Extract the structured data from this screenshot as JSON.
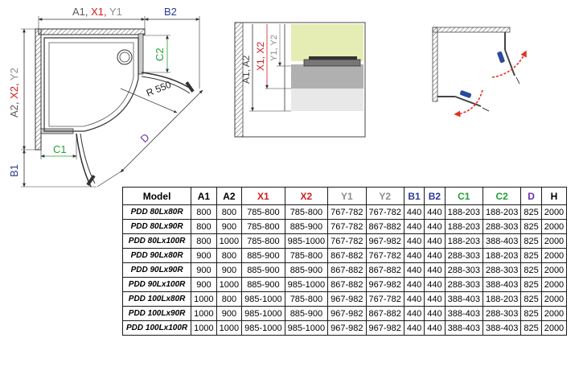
{
  "plan": {
    "top_label": {
      "a1": "A1, ",
      "x1": "X1, ",
      "y1": "Y1"
    },
    "b2": "B2",
    "left_label": {
      "a2": "A2, ",
      "x2": "X2, ",
      "y2": "Y2"
    },
    "b1": "B1",
    "c1": "C1",
    "c2": "C2",
    "radius": "R 550",
    "d": "D"
  },
  "section": {
    "a_label": "A1, A2",
    "x_label": "X1, X2",
    "y_label": "Y1, Y2"
  },
  "colors": {
    "a": "#5a5a5a",
    "x": "#d11c1c",
    "y": "#8c8c8c",
    "b": "#2a3a98",
    "c": "#22a034",
    "d": "#6a2fb0",
    "tray_fill": "#e6edb4",
    "floor_fill": "#b0b0b0"
  },
  "table": {
    "headers": [
      "Model",
      "A1",
      "A2",
      "X1",
      "X2",
      "Y1",
      "Y2",
      "B1",
      "B2",
      "C1",
      "C2",
      "D",
      "H"
    ],
    "rows": [
      [
        "PDD 80Lx80R",
        "800",
        "800",
        "785-800",
        "785-800",
        "767-782",
        "767-782",
        "440",
        "440",
        "188-203",
        "188-203",
        "825",
        "2000"
      ],
      [
        "PDD 80Lx90R",
        "800",
        "900",
        "785-800",
        "885-900",
        "767-782",
        "867-882",
        "440",
        "440",
        "188-203",
        "288-303",
        "825",
        "2000"
      ],
      [
        "PDD 80Lx100R",
        "800",
        "1000",
        "785-800",
        "985-1000",
        "767-782",
        "967-982",
        "440",
        "440",
        "188-203",
        "388-403",
        "825",
        "2000"
      ],
      [
        "PDD 90Lx80R",
        "900",
        "800",
        "885-900",
        "785-800",
        "867-882",
        "767-782",
        "440",
        "440",
        "288-303",
        "188-203",
        "825",
        "2000"
      ],
      [
        "PDD 90Lx90R",
        "900",
        "900",
        "885-900",
        "885-900",
        "867-882",
        "867-882",
        "440",
        "440",
        "288-303",
        "288-303",
        "825",
        "2000"
      ],
      [
        "PDD 90Lx100R",
        "900",
        "1000",
        "885-900",
        "985-1000",
        "867-882",
        "967-982",
        "440",
        "440",
        "288-303",
        "388-403",
        "825",
        "2000"
      ],
      [
        "PDD 100Lx80R",
        "1000",
        "800",
        "985-1000",
        "785-800",
        "967-982",
        "767-782",
        "440",
        "440",
        "388-403",
        "188-203",
        "825",
        "2000"
      ],
      [
        "PDD 100Lx90R",
        "1000",
        "900",
        "985-1000",
        "885-900",
        "967-982",
        "867-882",
        "440",
        "440",
        "388-403",
        "288-303",
        "825",
        "2000"
      ],
      [
        "PDD 100Lx100R",
        "1000",
        "1000",
        "985-1000",
        "985-1000",
        "967-982",
        "967-982",
        "440",
        "440",
        "388-403",
        "388-403",
        "825",
        "2000"
      ]
    ]
  }
}
